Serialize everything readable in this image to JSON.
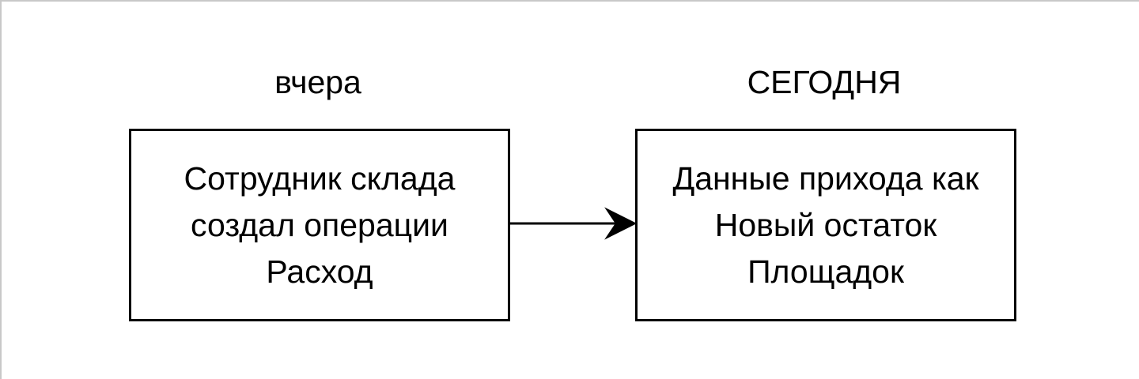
{
  "diagram": {
    "left_heading": "вчера",
    "right_heading": "СЕГОДНЯ",
    "left_box": {
      "lines": [
        "Сотрудник склада",
        "создал операции",
        "Расход"
      ]
    },
    "right_box": {
      "lines": [
        "Данные прихода как",
        "Новый остаток",
        "Площадок"
      ]
    },
    "colors": {
      "stroke": "#000000",
      "background": "#ffffff",
      "frame": "#c8c8c8"
    }
  }
}
